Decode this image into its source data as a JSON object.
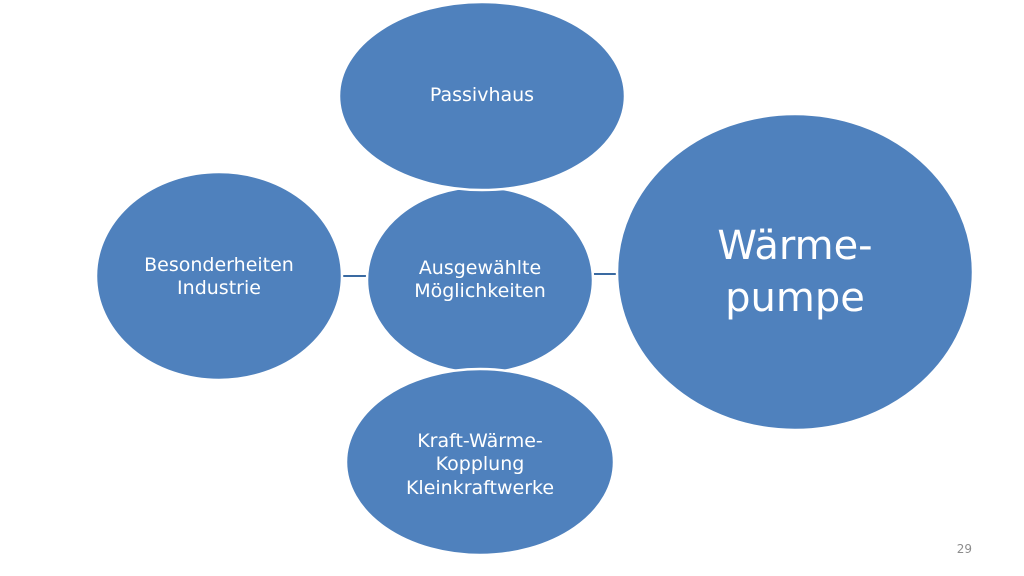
{
  "diagram": {
    "center": {
      "label": "Ausgewählte\nMöglichkeiten"
    },
    "nodes": [
      {
        "id": "passivhaus",
        "label": "Passivhaus"
      },
      {
        "id": "waermepumpe",
        "label": "Wärme-\npumpe"
      },
      {
        "id": "kwk",
        "label": "Kraft-Wärme-\nKopplung\nKleinkraftwerke"
      },
      {
        "id": "industrie",
        "label": "Besonderheiten\nIndustrie"
      }
    ],
    "colors": {
      "bubble_fill": "#4f81bd",
      "bubble_outline": "#ffffff",
      "connector": "#3a6aa1",
      "text": "#ffffff"
    }
  },
  "footer": {
    "slide_number": "29"
  }
}
